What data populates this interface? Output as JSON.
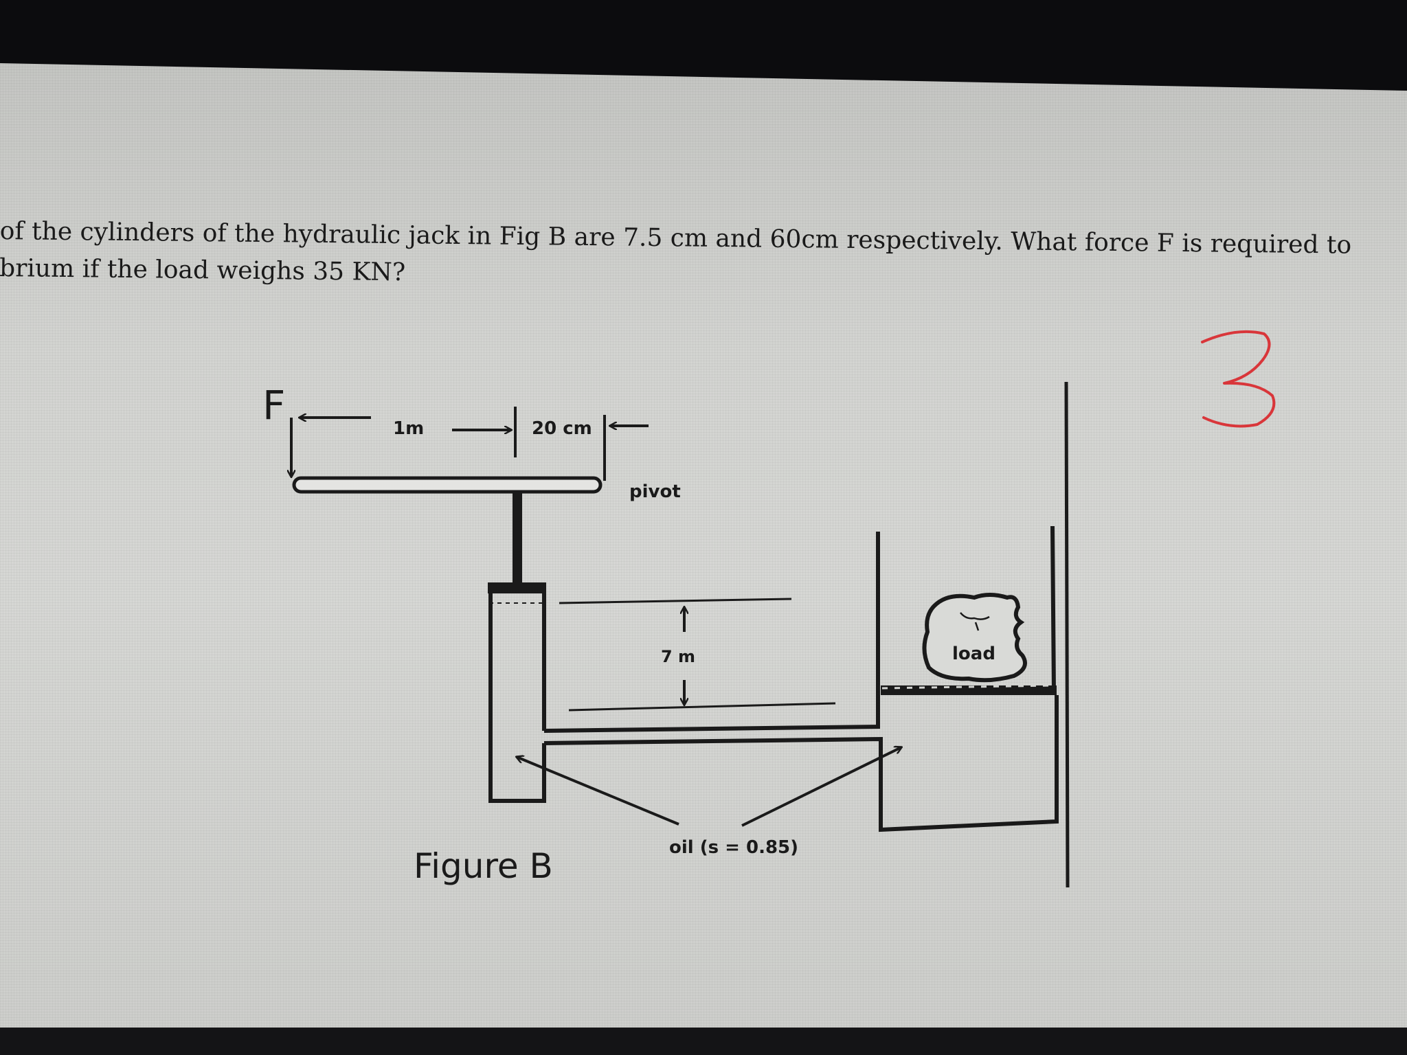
{
  "question": {
    "line1": "of the cylinders of the hydraulic jack in Fig B are 7.5 cm and 60cm respectively. What force F is required to",
    "line2": "brium if the load weighs 35 KN?"
  },
  "figure": {
    "force_label": "F",
    "lever_left_length": "1m",
    "lever_right_length": "20 cm",
    "pivot_label": "pivot",
    "height_difference": "7 m",
    "load_label": "load",
    "oil_label": "oil (s = 0.85)",
    "caption": "Figure B"
  },
  "handwritten_mark": "3",
  "colors": {
    "ink": "#1a1a1a",
    "handwriting": "#d9363a",
    "screen": "#d3d4d1",
    "bezel": "#0c0c0e"
  }
}
